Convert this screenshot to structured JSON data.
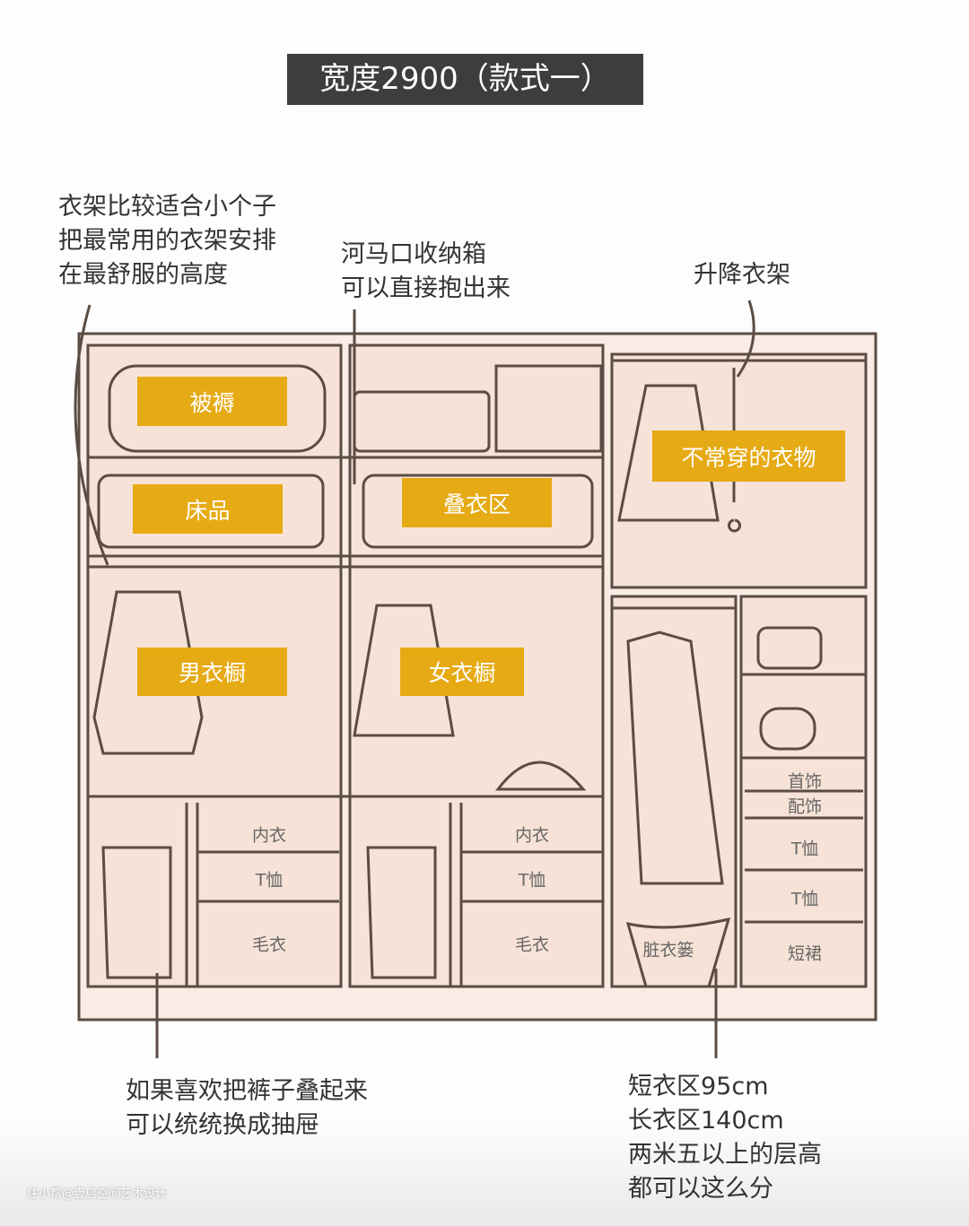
{
  "title": "宽度2900（款式一）",
  "notes": {
    "hanger_tip": [
      "衣架比较适合小个子",
      "把最常用的衣架安排",
      "在最舒服的高度"
    ],
    "box_tip": [
      "河马口收纳箱",
      "可以直接抱出来"
    ],
    "lift_tip": [
      "升降衣架"
    ],
    "pants_tip": [
      "如果喜欢把裤子叠起来",
      "可以统统换成抽屉"
    ],
    "size_tip": [
      "短衣区95cm",
      "长衣区140cm",
      "两米五以上的层高",
      "都可以这么分"
    ]
  },
  "tags": {
    "quilt": "被褥",
    "bedding": "床品",
    "fold": "叠衣区",
    "rare": "不常穿的衣物",
    "men": "男衣橱",
    "women": "女衣橱"
  },
  "drawers": {
    "left": [
      "内衣",
      "T恤",
      "毛衣"
    ],
    "mid": [
      "内衣",
      "T恤",
      "毛衣"
    ],
    "basket": "脏衣篓",
    "right": [
      "首饰",
      "配饰",
      "T恤",
      "T恤",
      "短裙"
    ]
  },
  "watermark": "住小帮@壹启空间艺术设计",
  "colors": {
    "accent": "#e6aa14",
    "cabinet": "#f6e2d6",
    "line": "#5b4c44"
  }
}
